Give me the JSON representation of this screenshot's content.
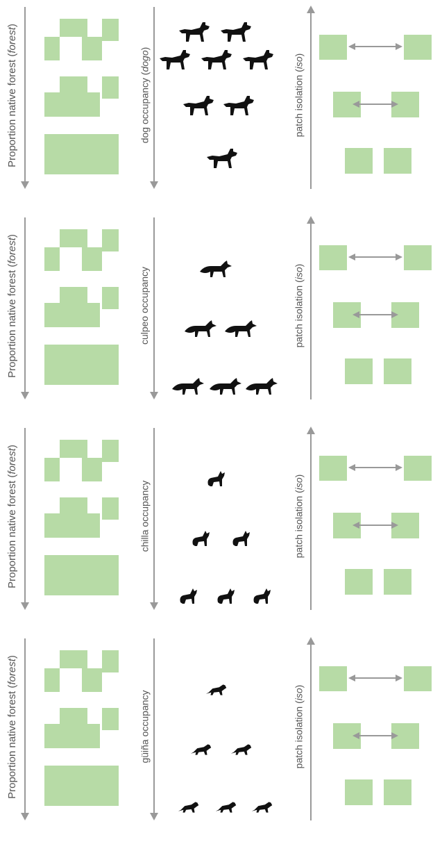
{
  "colors": {
    "patch": "#b7dba6",
    "arrow": "#999999",
    "text": "#555555",
    "animal": "#111111"
  },
  "panels": [
    {
      "id": "dog",
      "forest_label": {
        "text": "Proportion native forest ",
        "var": "forest",
        "paren_open": "(",
        "paren_close": ")"
      },
      "occupancy_label": {
        "text": "dog occupancy ",
        "var": "dogo",
        "paren_open": "(",
        "paren_close": ")"
      },
      "isolation_label": {
        "text": "patch isolation ",
        "var": "iso",
        "paren_open": "(",
        "paren_close": ")"
      },
      "animal_icon": "dog-icon",
      "animal_counts": [
        5,
        2,
        1
      ]
    },
    {
      "id": "culpeo",
      "forest_label": {
        "text": "Proportion native forest ",
        "var": "forest",
        "paren_open": "(",
        "paren_close": ")"
      },
      "occupancy_label": {
        "text": "culpeo occupancy",
        "var": "",
        "paren_open": "",
        "paren_close": ""
      },
      "isolation_label": {
        "text": "patch isolation ",
        "var": "iso",
        "paren_open": "(",
        "paren_close": ")"
      },
      "animal_icon": "culpeo-fox-icon",
      "animal_counts": [
        1,
        2,
        3
      ]
    },
    {
      "id": "chilla",
      "forest_label": {
        "text": "Proportion native forest ",
        "var": "forest",
        "paren_open": "(",
        "paren_close": ")"
      },
      "occupancy_label": {
        "text": "chilla occupancy",
        "var": "",
        "paren_open": "",
        "paren_close": ""
      },
      "isolation_label": {
        "text": "patch isolation ",
        "var": "iso",
        "paren_open": "(",
        "paren_close": ")"
      },
      "animal_icon": "chilla-fox-icon",
      "animal_counts": [
        1,
        2,
        3
      ]
    },
    {
      "id": "guina",
      "forest_label": {
        "text": "Proportion native forest ",
        "var": "forest",
        "paren_open": "(",
        "paren_close": ")"
      },
      "occupancy_label": {
        "text": "güiña occupancy",
        "var": "",
        "paren_open": "",
        "paren_close": ""
      },
      "isolation_label": {
        "text": "patch isolation ",
        "var": "iso",
        "paren_open": "(",
        "paren_close": ")"
      },
      "animal_icon": "guina-cat-icon",
      "animal_counts": [
        1,
        2,
        3
      ]
    }
  ]
}
